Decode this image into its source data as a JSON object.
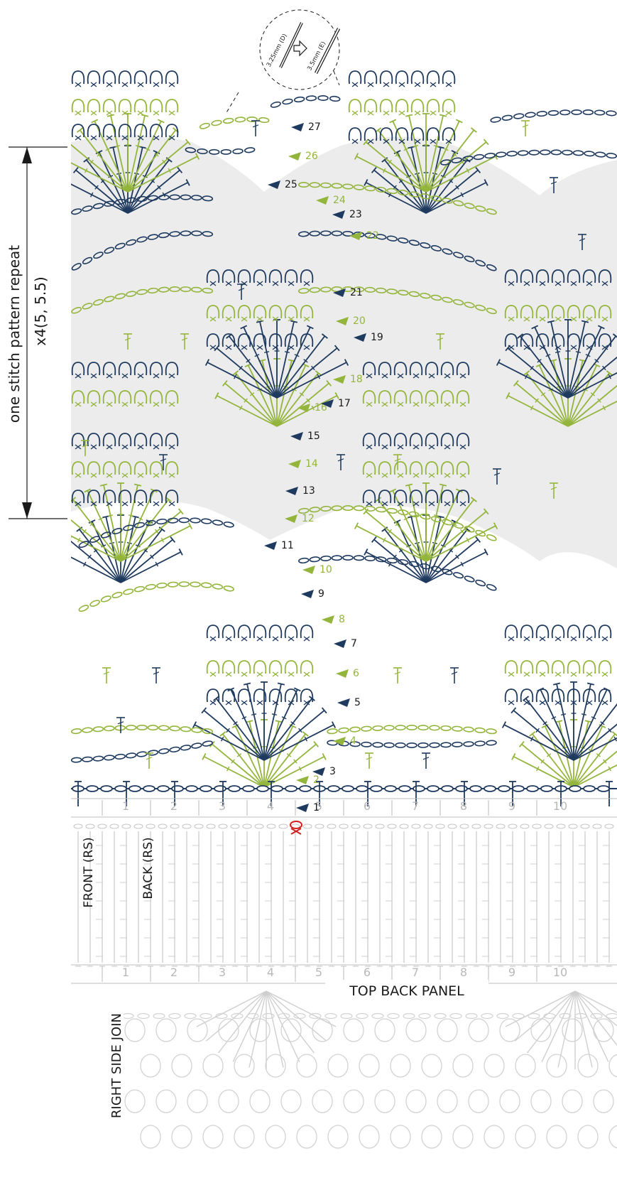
{
  "repeat_label": "one stitch pattern repeat",
  "repeat_multiplier": "x4(5, 5.5)",
  "hook_change": {
    "from": "3.25mm (D)",
    "to": "3.5mm (E)"
  },
  "row_numbers": [
    "1",
    "2",
    "3",
    "4",
    "5",
    "6",
    "7",
    "8",
    "9",
    "10",
    "11",
    "12",
    "13",
    "14",
    "15",
    "16",
    "17",
    "18",
    "19",
    "20",
    "21",
    "22",
    "23",
    "24",
    "25",
    "26",
    "27"
  ],
  "column_numbers": [
    "1",
    "2",
    "3",
    "4",
    "5",
    "6",
    "7",
    "8",
    "9",
    "10"
  ],
  "labels": {
    "front": "FRONT (RS)",
    "back": "BACK (RS)",
    "top_back_panel": "TOP BACK PANEL",
    "right_side_join": "RIGHT SIDE JOIN"
  },
  "colors": {
    "navy": "#1f3a5f",
    "green": "#94b53c",
    "shade": "#e9e9e9",
    "grey_line": "#bdbdbd",
    "red_marker": "#d22020",
    "text": "#1a1a1a"
  }
}
